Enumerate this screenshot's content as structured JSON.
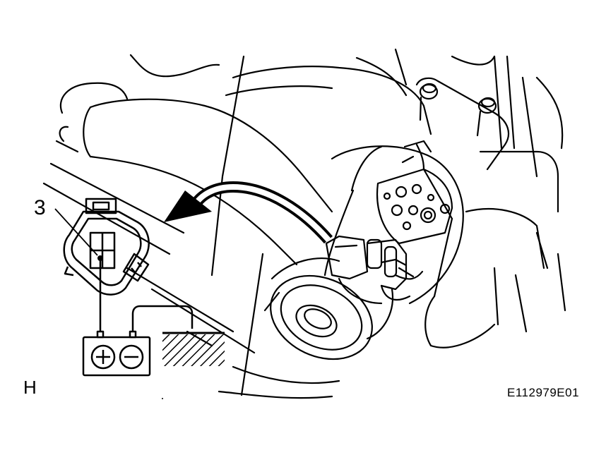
{
  "diagram": {
    "callout_number": "3",
    "panel_letter": "H",
    "figure_id": "E112979E01",
    "battery": {
      "positive_symbol": "+",
      "negative_symbol": "−"
    }
  },
  "colors": {
    "ink": "#000000",
    "paper": "#ffffff"
  }
}
